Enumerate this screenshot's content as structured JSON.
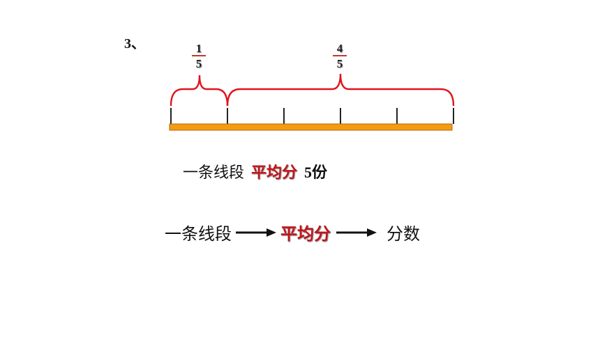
{
  "problem_number": "3、",
  "fractions": [
    {
      "numerator": "1",
      "denominator": "5"
    },
    {
      "numerator": "4",
      "denominator": "5"
    }
  ],
  "segment": {
    "total_parts": 5,
    "bracket_groups": [
      1,
      4
    ]
  },
  "colors": {
    "bar": "#f39c12",
    "brace": "#e0141e",
    "emphasis": "#c0161b",
    "ticks": "#222222"
  },
  "sentence1": {
    "subject": "一条线段",
    "action": "平均分",
    "count": "5份"
  },
  "sentence2": {
    "step1": "一条线段",
    "step2": "平均分",
    "step3": "分数"
  }
}
